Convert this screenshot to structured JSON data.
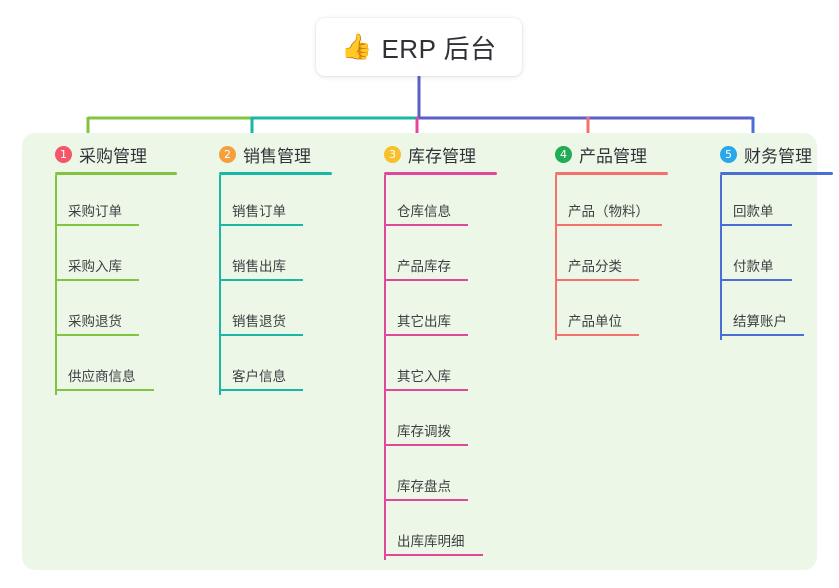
{
  "diagram": {
    "type": "mindmap",
    "root": {
      "icon": "thumbs-up-emoji",
      "emoji": "👍",
      "label": "ERP 后台"
    },
    "panel_color": "#edf7e7",
    "background": "#ffffff",
    "stem_color": "#5b5fc7",
    "bus_segments": [
      {
        "name": "segment-green",
        "color": "#82c341"
      },
      {
        "name": "segment-teal",
        "color": "#19b8a6"
      },
      {
        "name": "segment-violet",
        "color": "#5b5fc7"
      }
    ],
    "branches": [
      {
        "index": "1",
        "title": "采购管理",
        "badge_color": "#f4566a",
        "line_color": "#82c341",
        "rule_width": 122,
        "items": [
          {
            "label": "采购订单",
            "rule_width": 84
          },
          {
            "label": "采购入库",
            "rule_width": 84
          },
          {
            "label": "采购退货",
            "rule_width": 84
          },
          {
            "label": "供应商信息",
            "rule_width": 99
          }
        ]
      },
      {
        "index": "2",
        "title": "销售管理",
        "badge_color": "#f5a03c",
        "line_color": "#19b8a6",
        "rule_width": 113,
        "items": [
          {
            "label": "销售订单",
            "rule_width": 84
          },
          {
            "label": "销售出库",
            "rule_width": 84
          },
          {
            "label": "销售退货",
            "rule_width": 84
          },
          {
            "label": "客户信息",
            "rule_width": 84
          }
        ]
      },
      {
        "index": "3",
        "title": "库存管理",
        "badge_color": "#f8c02c",
        "line_color": "#e0499b",
        "rule_width": 113,
        "items": [
          {
            "label": "仓库信息",
            "rule_width": 84
          },
          {
            "label": "产品库存",
            "rule_width": 84
          },
          {
            "label": "其它出库",
            "rule_width": 84
          },
          {
            "label": "其它入库",
            "rule_width": 84
          },
          {
            "label": "库存调拨",
            "rule_width": 84
          },
          {
            "label": "库存盘点",
            "rule_width": 84
          },
          {
            "label": "出库库明细",
            "rule_width": 99
          }
        ]
      },
      {
        "index": "4",
        "title": "产品管理",
        "badge_color": "#22ac55",
        "line_color": "#f4716d",
        "rule_width": 113,
        "items": [
          {
            "label": "产品（物料）",
            "rule_width": 107
          },
          {
            "label": "产品分类",
            "rule_width": 84
          },
          {
            "label": "产品单位",
            "rule_width": 84
          }
        ]
      },
      {
        "index": "5",
        "title": "财务管理",
        "badge_color": "#29a7e8",
        "line_color": "#4a6fd4",
        "rule_width": 113,
        "items": [
          {
            "label": "回款单",
            "rule_width": 72
          },
          {
            "label": "付款单",
            "rule_width": 72
          },
          {
            "label": "结算账户",
            "rule_width": 84
          }
        ]
      }
    ]
  }
}
